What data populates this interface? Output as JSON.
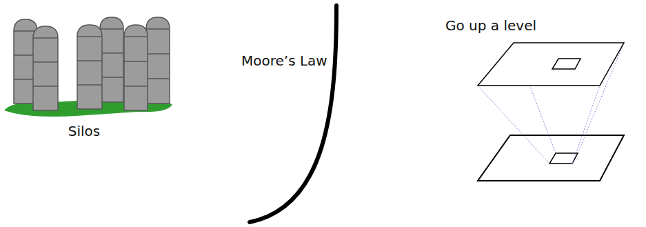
{
  "diagram": {
    "labels": [
      "Silos",
      "Moore’s Law",
      "Go up a level"
    ]
  }
}
